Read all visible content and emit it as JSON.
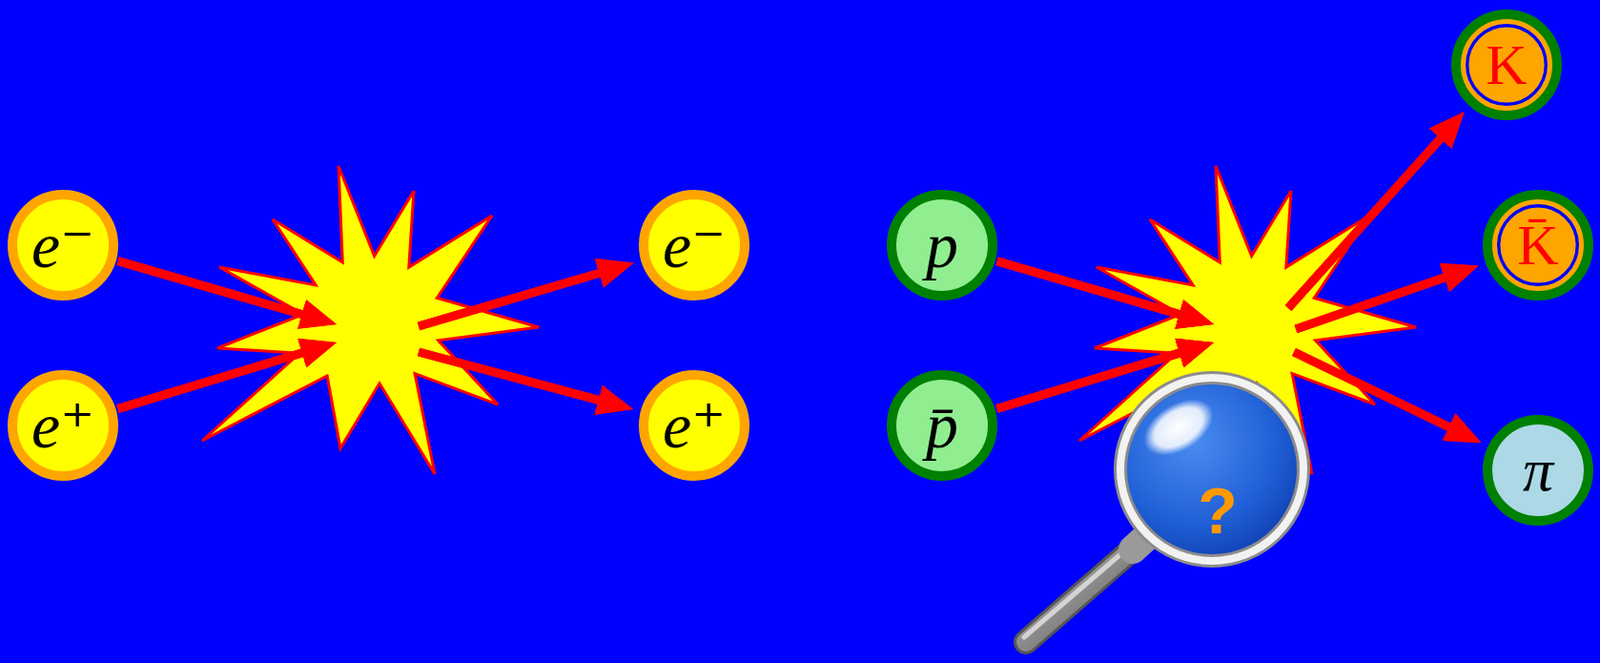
{
  "diagram": {
    "nodes": [
      {
        "text": [
          "e⁻"
        ]
      },
      {
        "text": [
          "e⁺"
        ]
      },
      {
        "text": [
          "e⁻"
        ]
      },
      {
        "text": [
          "e⁺"
        ]
      },
      {
        "text": [
          "p"
        ]
      },
      {
        "text": [
          "p̄"
        ]
      },
      {
        "text": [
          "K"
        ]
      },
      {
        "text": [
          "K̄"
        ]
      },
      {
        "text": [
          "π"
        ]
      }
    ],
    "edges": [
      {
        "from": 0,
        "to": 2,
        "arrow": "to"
      },
      {
        "from": 0,
        "to": 3,
        "arrow": "to"
      },
      {
        "from": 1,
        "to": 2,
        "arrow": "to"
      },
      {
        "from": 1,
        "to": 3,
        "arrow": "to"
      },
      {
        "from": 4,
        "to": 6,
        "arrow": "to"
      },
      {
        "from": 4,
        "to": 7,
        "arrow": "to"
      },
      {
        "from": 4,
        "to": 8,
        "arrow": "to"
      },
      {
        "from": 5,
        "to": 6,
        "arrow": "to"
      },
      {
        "from": 5,
        "to": 7,
        "arrow": "to"
      },
      {
        "from": 5,
        "to": 8,
        "arrow": "to"
      }
    ],
    "labels": [
      "?"
    ]
  }
}
